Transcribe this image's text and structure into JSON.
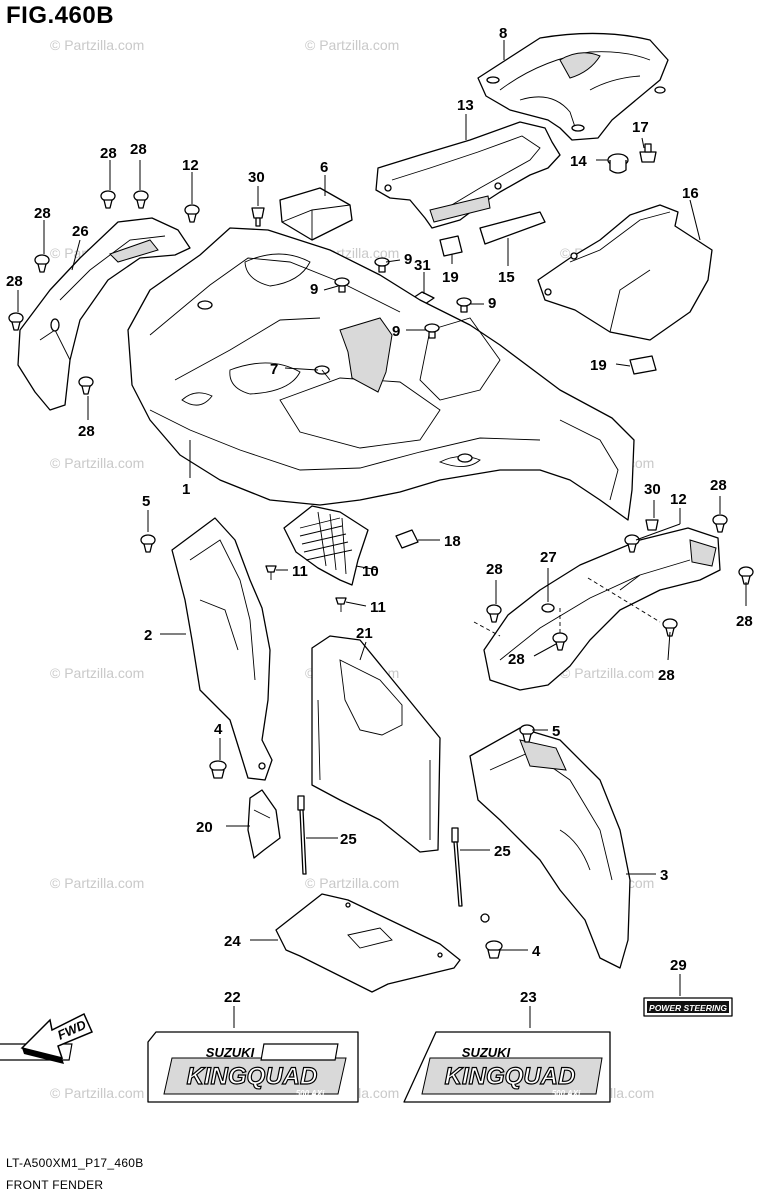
{
  "header": {
    "title": "FIG.460B"
  },
  "watermark": "© Partzilla.com",
  "footer": {
    "model_code": "LT-A500XM1_P17_460B",
    "section_name": "FRONT FENDER"
  },
  "direction_label": "FWD",
  "decal_22": {
    "brand": "SUZUKI",
    "model": "KINGQUAD",
    "sub": "500 AXi"
  },
  "decal_23": {
    "brand": "SUZUKI",
    "model": "KINGQUAD",
    "sub": "500 AXi"
  },
  "decal_29": {
    "text": "POWER STEERING"
  },
  "callouts": {
    "c1": "1",
    "c2": "2",
    "c3": "3",
    "c4a": "4",
    "c4b": "4",
    "c5a": "5",
    "c5b": "5",
    "c6": "6",
    "c7": "7",
    "c8": "8",
    "c9a": "9",
    "c9b": "9",
    "c9c": "9",
    "c9d": "9",
    "c10": "10",
    "c11a": "11",
    "c11b": "11",
    "c12a": "12",
    "c12b": "12",
    "c13": "13",
    "c14": "14",
    "c15": "15",
    "c16": "16",
    "c17": "17",
    "c18": "18",
    "c19a": "19",
    "c19b": "19",
    "c20": "20",
    "c21": "21",
    "c22": "22",
    "c23": "23",
    "c24": "24",
    "c25a": "25",
    "c25b": "25",
    "c26": "26",
    "c27": "27",
    "c28a": "28",
    "c28b": "28",
    "c28c": "28",
    "c28d": "28",
    "c28e": "28",
    "c28f": "28",
    "c28g": "28",
    "c28h": "28",
    "c28i": "28",
    "c28j": "28",
    "c29": "29",
    "c30a": "30",
    "c30b": "30",
    "c31": "31"
  }
}
